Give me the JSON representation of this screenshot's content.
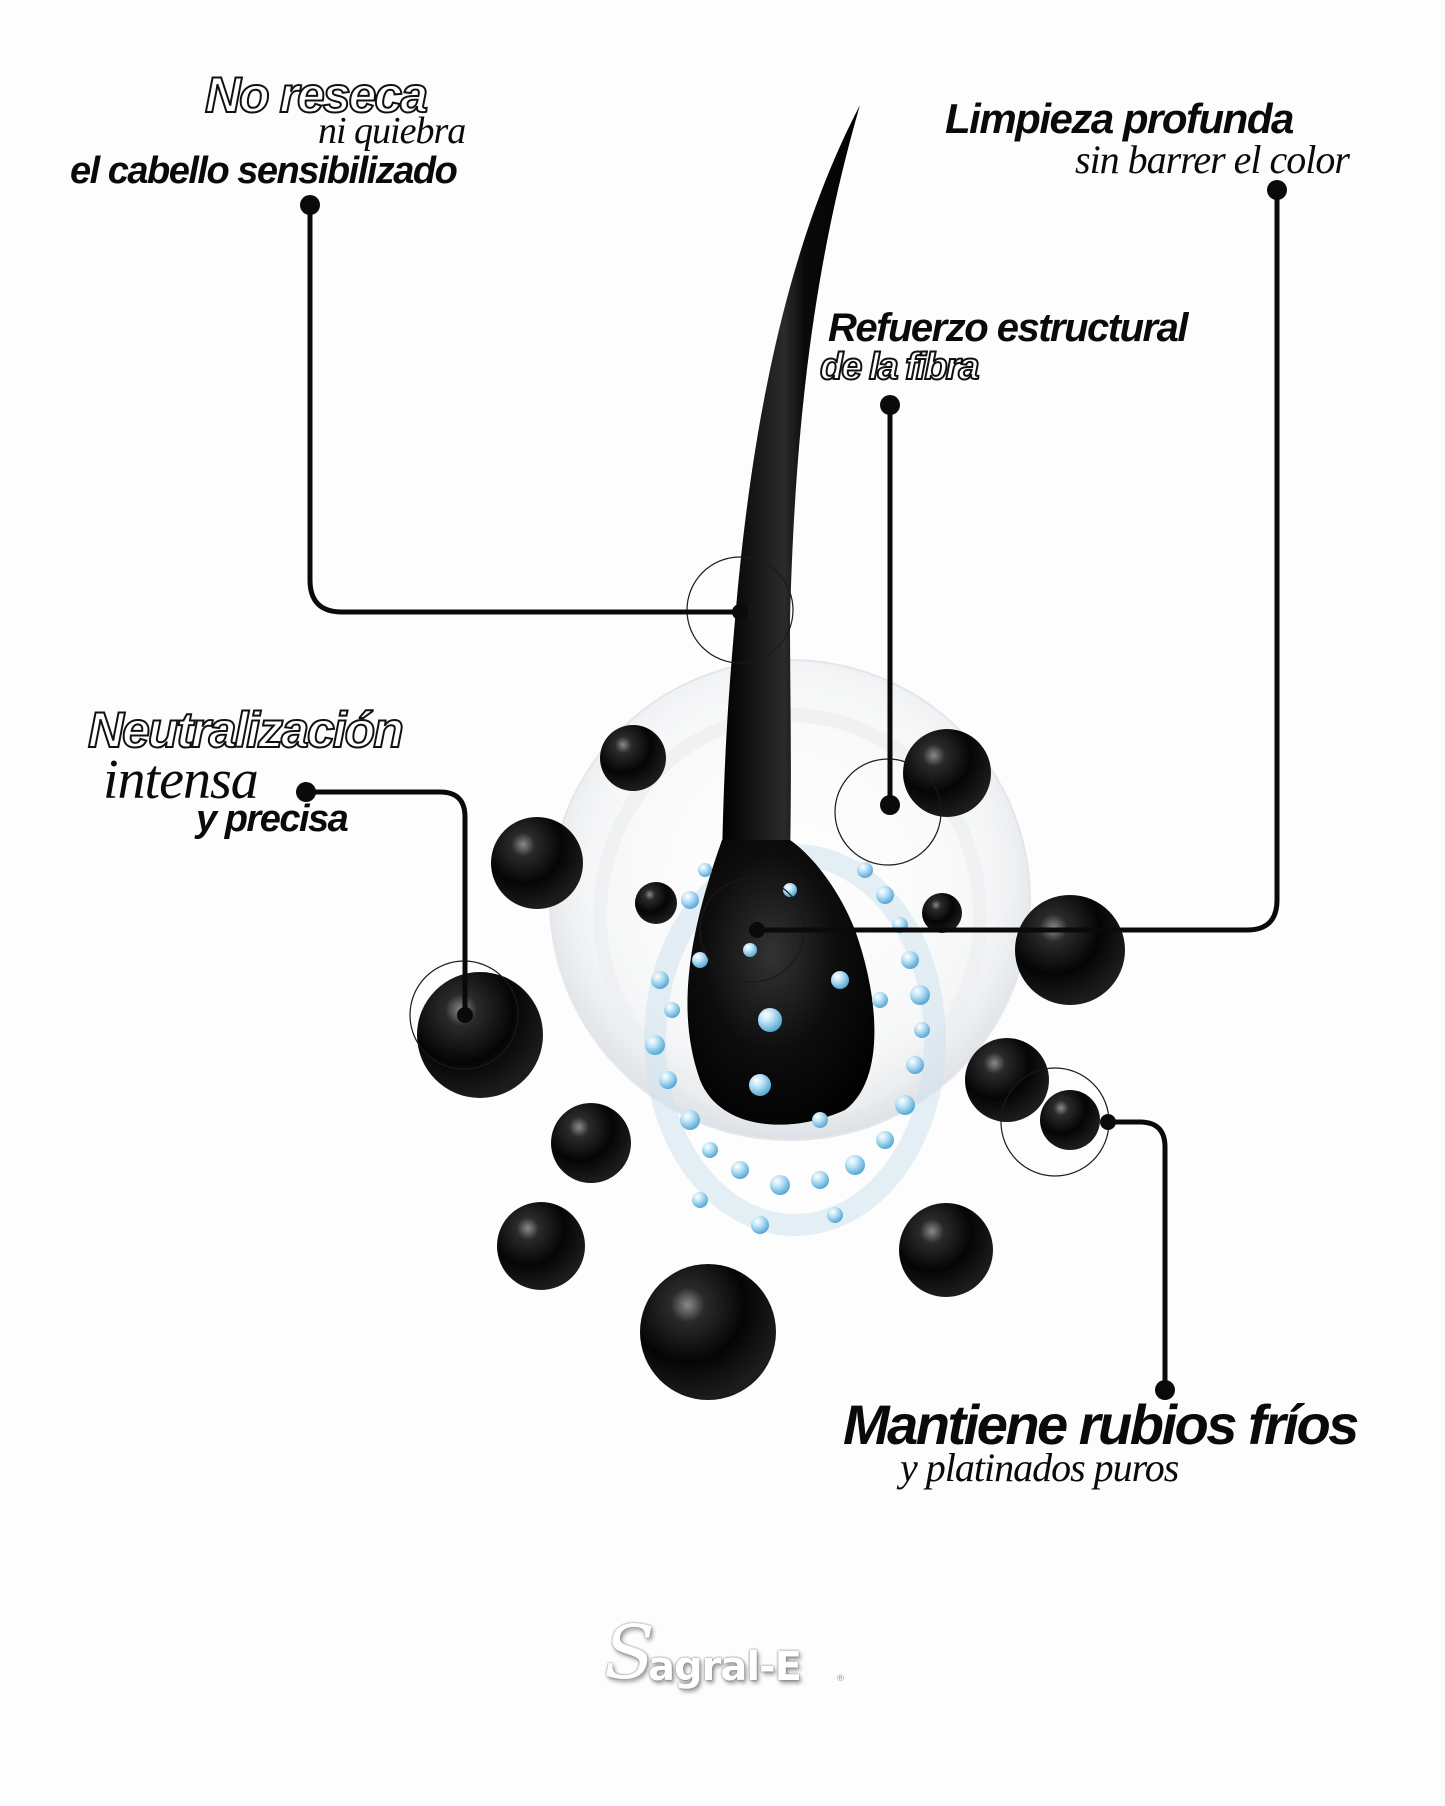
{
  "callouts": {
    "no_reseca": {
      "line1": "No reseca",
      "line2": "ni quiebra",
      "line3": "el cabello sensibilizado"
    },
    "limpieza": {
      "line1": "Limpieza profunda",
      "line2": "sin barrer el color"
    },
    "refuerzo": {
      "line1": "Refuerzo estructural",
      "line2": "de la fibra"
    },
    "neutralizacion": {
      "line1": "Neutralización",
      "line2": "intensa",
      "line3": "y precisa"
    },
    "mantiene": {
      "line1": "Mantiene rubios fríos",
      "line2": "y platinados puros"
    }
  },
  "brand": {
    "initial": "S",
    "rest": "agral-E",
    "mark": "®"
  },
  "colors": {
    "ink": "#0a0a0a",
    "background": "#fdfdfd",
    "droplet": "#9fd3ef"
  },
  "icons": [
    "hair-strand-illustration",
    "black-sphere-icon",
    "water-droplet-icon"
  ]
}
